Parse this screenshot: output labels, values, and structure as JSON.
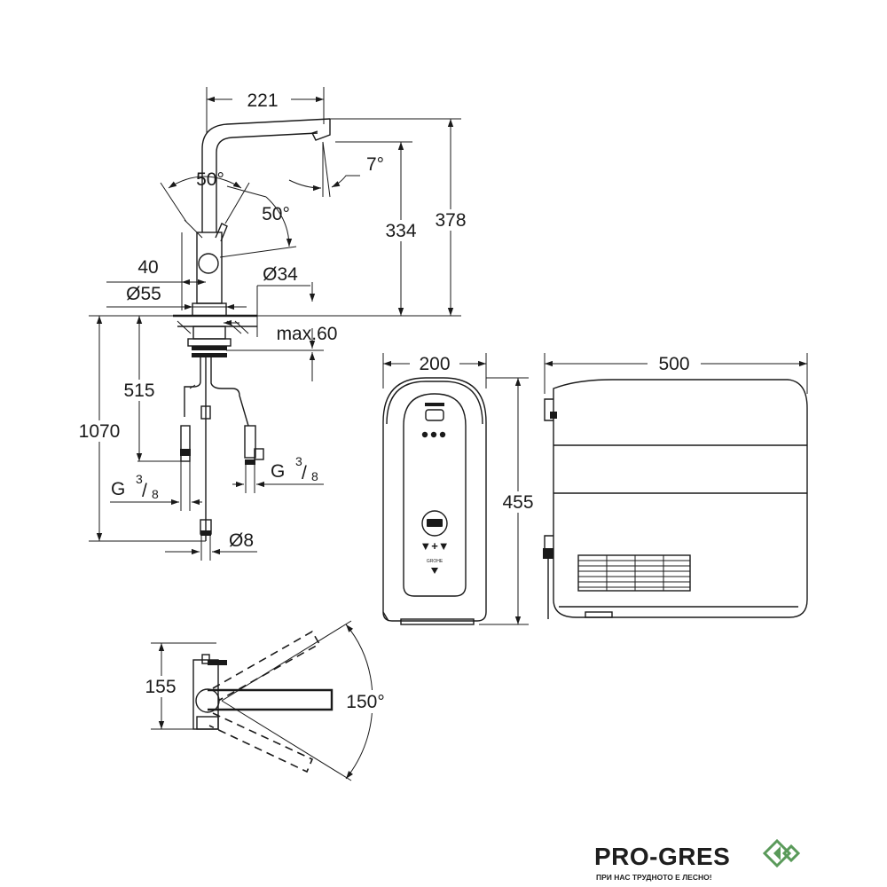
{
  "dimensions": {
    "spout_reach": "221",
    "lever_angle": "50°",
    "lever_tilt": "50°",
    "spout_angle": "7°",
    "spout_height": "334",
    "total_height": "378",
    "lever_offset": "40",
    "base_diameter": "Ø55",
    "hole_diameter": "Ø34",
    "deck_thickness": "max.60",
    "hose_length_hot": "515",
    "hose_length_total": "1070",
    "thread_left_main": "G",
    "thread_left_num": "3",
    "thread_left_den": "8",
    "thread_right_main": "G",
    "thread_right_num": "3",
    "thread_right_den": "8",
    "pipe_diameter": "Ø8",
    "boiler_depth": "200",
    "boiler_width": "500",
    "boiler_height": "455",
    "top_view_offset": "155",
    "swivel_angle": "150°"
  },
  "device_label": "GROHE",
  "logo": {
    "brand": "PRO-GRES",
    "slogan": "ПРИ НАС ТРУДНОТО Е ЛЕСНО!",
    "accent": "#5a9a5a"
  }
}
